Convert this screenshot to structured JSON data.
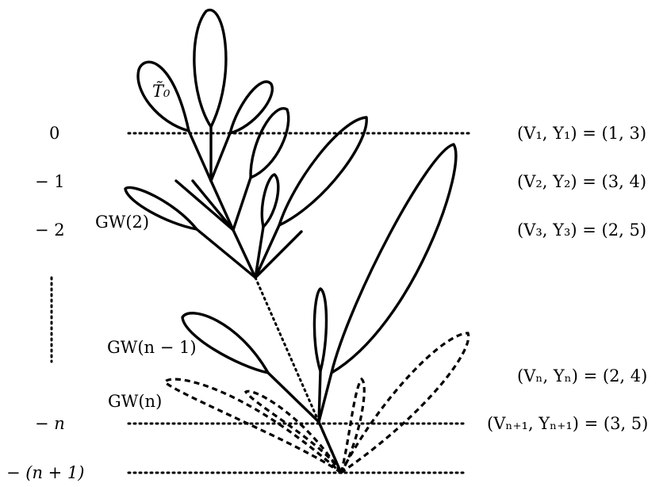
{
  "levels": [
    "0",
    "− 1",
    "− 2",
    "− n",
    "− (n + 1)"
  ],
  "tree_labels": {
    "t0": "T̃₀",
    "gw2": "GW(2)",
    "gw_n_minus_1": "GW(n − 1)",
    "gw_n": "GW(n)"
  },
  "pairs": [
    "(V₁, Y₁) = (1, 3)",
    "(V₂, Y₂) = (3, 4)",
    "(V₃, Y₃) = (2, 5)",
    "(Vₙ, Yₙ) = (2, 4)",
    "(Vₙ₊₁, Yₙ₊₁) = (3, 5)"
  ]
}
